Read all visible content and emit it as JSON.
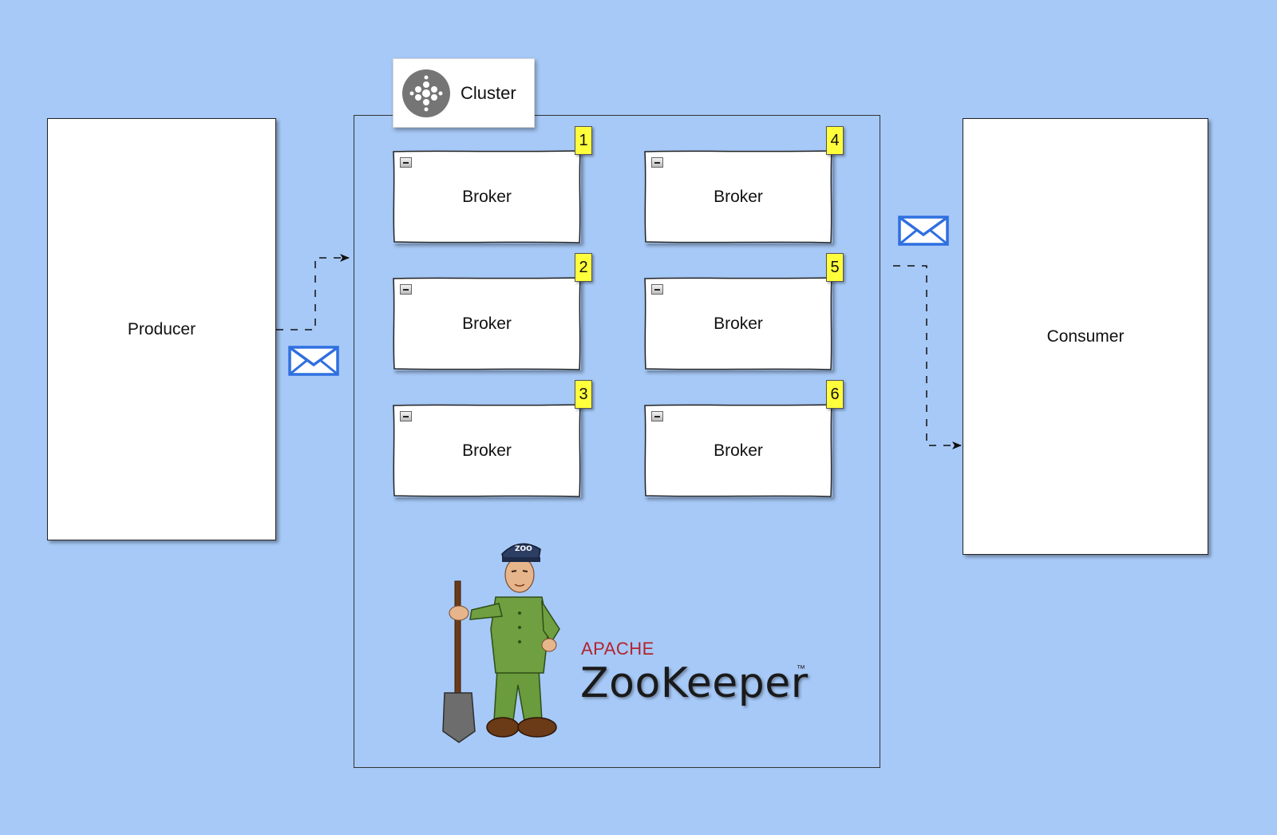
{
  "producer": {
    "label": "Producer"
  },
  "consumer": {
    "label": "Consumer"
  },
  "cluster": {
    "label": "Cluster",
    "icon": "cluster-icon"
  },
  "brokers": [
    {
      "label": "Broker",
      "badge": "1"
    },
    {
      "label": "Broker",
      "badge": "2"
    },
    {
      "label": "Broker",
      "badge": "3"
    },
    {
      "label": "Broker",
      "badge": "4"
    },
    {
      "label": "Broker",
      "badge": "5"
    },
    {
      "label": "Broker",
      "badge": "6"
    }
  ],
  "logo": {
    "apache": "APACHE",
    "name": "ZooKeeper",
    "trademark": "™"
  },
  "colors": {
    "background": "#a7c9f7",
    "badge": "#ffff3c",
    "envelope": "#2f6fe0",
    "apache_red": "#b2242e"
  }
}
